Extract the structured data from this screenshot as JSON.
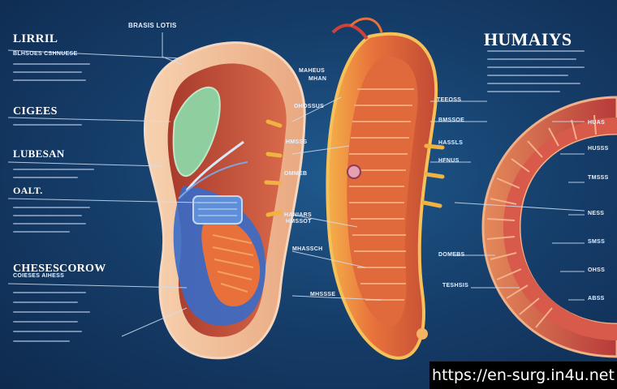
{
  "headings": {
    "top_left": "LIRRIL",
    "top_right": "HUMAIYS",
    "organs_label": "CIGEES",
    "lubesan": "LUBESAN",
    "oalt": "OALT.",
    "chesescorow": "CHESESCOROW",
    "top_center": "BRASIS LOTIS"
  },
  "callouts": {
    "c1": "MAHEUS",
    "c2": "MHAN",
    "c3": "OHOSSUS",
    "c4": "HMSSS",
    "c5": "OMMEB",
    "c6": "HANIARS",
    "c7": "HMSSOT",
    "c8": "MHASSCH",
    "c9": "MHSSSE",
    "c10": "TEEOSS",
    "c11": "BMSSOE",
    "c12": "HASSLS",
    "c13": "HFNUS",
    "c14": "DOMEBS",
    "c15": "TESHSIS",
    "r1": "HUAS",
    "r2": "HUSSS",
    "r3": "TMSSS",
    "r4": "NESS",
    "r5": "SMSS",
    "r6": "OHSS",
    "r7": "ABSS"
  },
  "subtext": {
    "s1": "BLHSOES CSHNUESE",
    "s2": "COIESES AIHESS"
  },
  "watermark": "https://en-surg.in4u.net",
  "colors": {
    "background": "#163f6c",
    "tissue_outer": "#f2c7a4",
    "muscle": "#c8553d",
    "intestine": "#e8703a",
    "gallbladder": "#8fcf9f",
    "vein_blue": "#3a6bc8",
    "fat_yellow": "#f1b340"
  }
}
